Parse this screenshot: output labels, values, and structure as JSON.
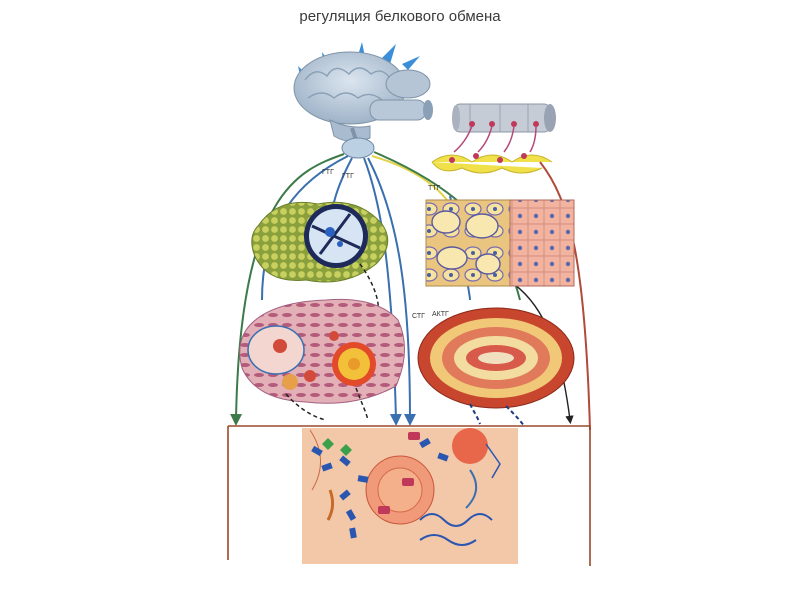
{
  "title": "регуляция белкового обмена",
  "labels": {
    "ttg": "ТТГ",
    "gtg1": "ГТГ",
    "gtg2": "ГТГ",
    "stg": "СТГ",
    "actg": "АКТГ"
  },
  "colors": {
    "brain": "#b8c8d8",
    "nerve_blue": "#3a6fb0",
    "nerve_green": "#3c7a4a",
    "nerve_yellow": "#e0d24a",
    "nerve_red": "#b04a3a",
    "cell_bg": "#f2c9b0",
    "gonad_bg": "#e8b8b0",
    "thyroid_bg": "#e8c07a",
    "adrenal_bg": "#d85a3a",
    "pituitary_green": "#9ab04a"
  }
}
